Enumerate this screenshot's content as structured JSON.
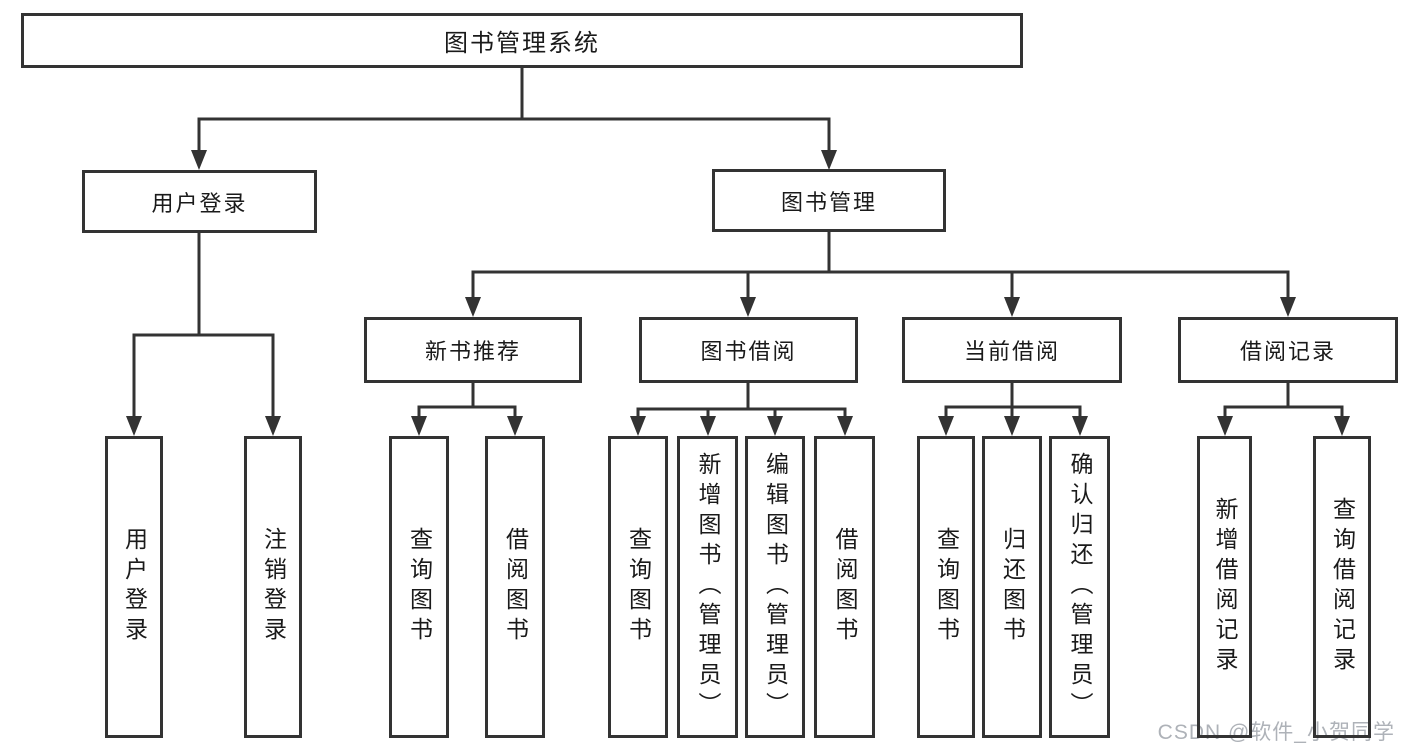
{
  "diagram": {
    "root": {
      "label": "图书管理系统"
    },
    "branches": [
      {
        "label": "用户登录",
        "children": [
          {
            "label": "用户登录"
          },
          {
            "label": "注销登录"
          }
        ]
      },
      {
        "label": "图书管理",
        "children": [
          {
            "label": "新书推荐",
            "children": [
              {
                "label": "查询图书"
              },
              {
                "label": "借阅图书"
              }
            ]
          },
          {
            "label": "图书借阅",
            "children": [
              {
                "label": "查询图书"
              },
              {
                "label": "新增图书（管理员）"
              },
              {
                "label": "编辑图书（管理员）"
              },
              {
                "label": "借阅图书"
              }
            ]
          },
          {
            "label": "当前借阅",
            "children": [
              {
                "label": "查询图书"
              },
              {
                "label": "归还图书"
              },
              {
                "label": "确认归还（管理员）"
              }
            ]
          },
          {
            "label": "借阅记录",
            "children": [
              {
                "label": "新增借阅记录"
              },
              {
                "label": "查询借阅记录"
              }
            ]
          }
        ]
      }
    ],
    "watermark": "CSDN @软件_小贺同学",
    "colors": {
      "line": "#333333",
      "text": "#1a1a1a",
      "watermark": "#aeb2b8",
      "background": "#ffffff"
    }
  }
}
